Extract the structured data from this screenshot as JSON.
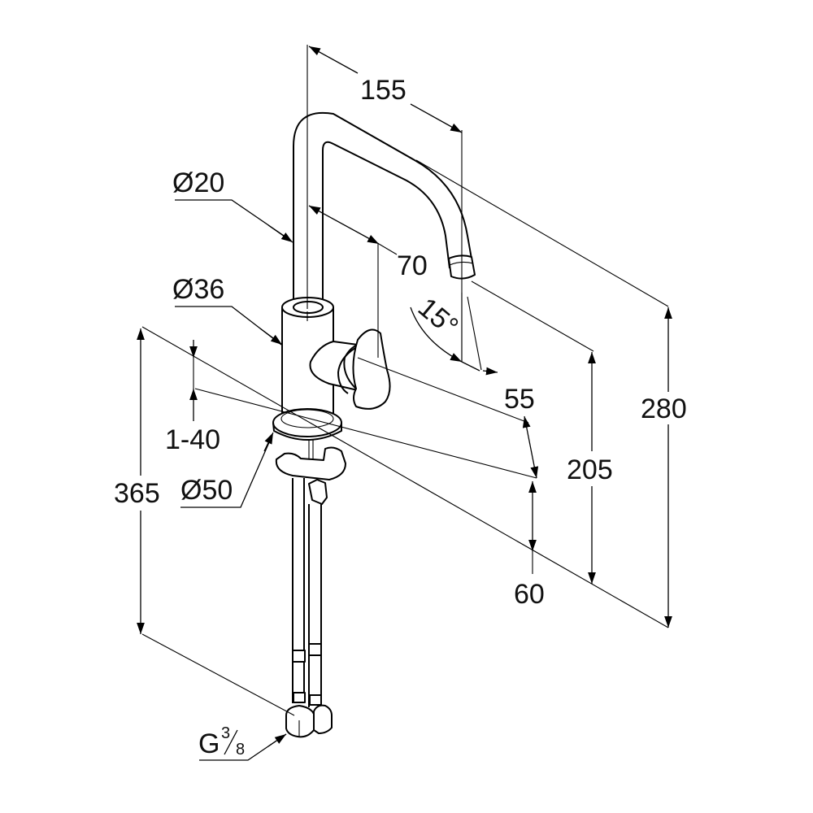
{
  "title": "Kitchen faucet dimensional drawing",
  "units": "mm",
  "colors": {
    "line": "#000000",
    "background": "#ffffff",
    "text": "#111111"
  },
  "dimensions": {
    "spout_reach": "155",
    "spout_diameter": "Ø20",
    "handle_to_body": "70",
    "body_diameter": "Ø36",
    "swivel_angle": "15°",
    "handle_height": "55",
    "total_height": "280",
    "spout_outlet_height": "205",
    "base_height": "60",
    "overall_with_hoses": "365",
    "deck_thickness": "1-40",
    "mounting_hole": "Ø50",
    "connection_prefix": "G",
    "connection_numerator": "3",
    "connection_denominator": "8"
  }
}
